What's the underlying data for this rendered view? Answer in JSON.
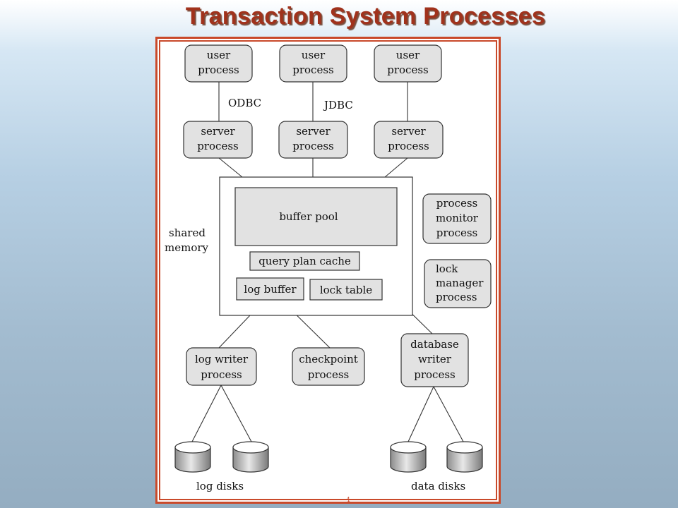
{
  "title": "Transaction System Processes",
  "colors": {
    "title": "#a0321c",
    "frame": "#c9492a",
    "box_fill": "#e2e2e2"
  },
  "user_processes": [
    {
      "line1": "user",
      "line2": "process"
    },
    {
      "line1": "user",
      "line2": "process"
    },
    {
      "line1": "user",
      "line2": "process"
    }
  ],
  "connection_labels": {
    "left": "ODBC",
    "middle": "JDBC"
  },
  "server_processes": [
    {
      "line1": "server",
      "line2": "process"
    },
    {
      "line1": "server",
      "line2": "process"
    },
    {
      "line1": "server",
      "line2": "process"
    }
  ],
  "shared_memory": {
    "label_line1": "shared",
    "label_line2": "memory",
    "buffer_pool": "buffer pool",
    "query_plan_cache": "query plan cache",
    "log_buffer": "log buffer",
    "lock_table": "lock table"
  },
  "process_monitor": {
    "line1": "process",
    "line2": "monitor",
    "line3": "process"
  },
  "lock_manager": {
    "line1": "lock",
    "line2": "manager",
    "line3": "process"
  },
  "log_writer": {
    "line1": "log writer",
    "line2": "process"
  },
  "checkpoint": {
    "line1": "checkpoint",
    "line2": "process"
  },
  "database_writer": {
    "line1": "database",
    "line2": "writer",
    "line3": "process"
  },
  "log_disks_label": "log disks",
  "data_disks_label": "data disks",
  "footer_mark": "4"
}
